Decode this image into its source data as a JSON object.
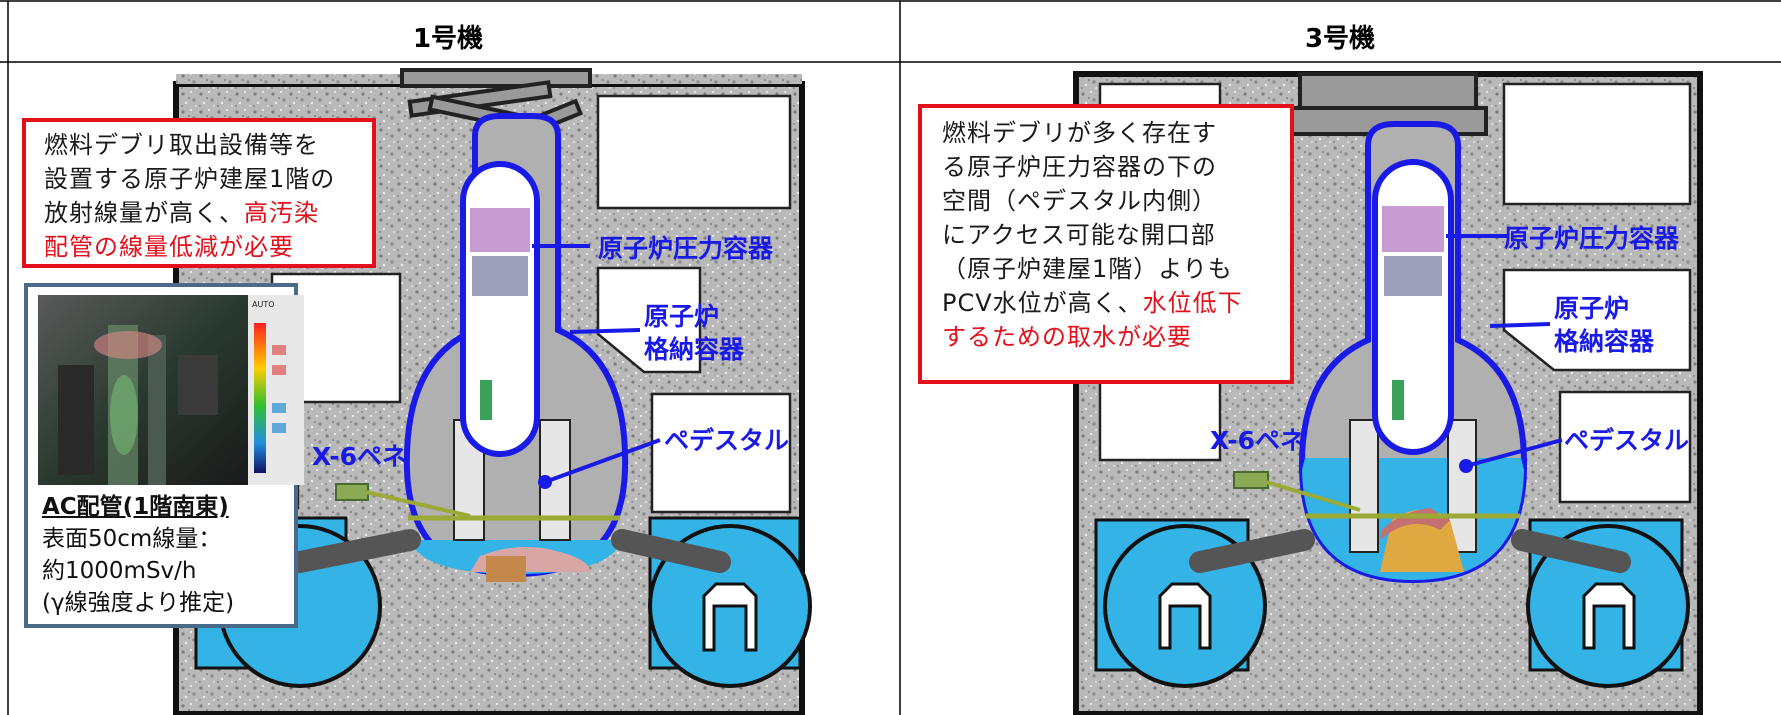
{
  "headers": {
    "unit1": "1号機",
    "unit3": "3号機"
  },
  "unit1": {
    "note_lines": [
      "燃料デブリ取出設備等を",
      "設置する原子炉建屋1階の",
      "放射線量が高く、"
    ],
    "note_red_1": "高汚染",
    "note_red_2": "配管の線量低減が必要",
    "labels": {
      "rpv": "原子炉圧力容器",
      "pcv_1": "原子炉",
      "pcv_2": "格納容器",
      "pedestal": "ペデスタル",
      "x6": "X-6ペネ"
    },
    "ac_photo": {
      "title": "AC配管(1階南東)",
      "line1": "表面50cm線量：",
      "line2": "約1000mSv/h",
      "line3": "(γ線強度より推定)",
      "camera_mode": "AUTO"
    }
  },
  "unit3": {
    "note_lines": [
      "燃料デブリが多く存在す",
      "る原子炉圧力容器の下の",
      "空間（ペデスタル内側）",
      "にアクセス可能な開口部",
      "（原子炉建屋1階）よりも",
      "PCV水位が高く、"
    ],
    "note_red_1": "水位低下",
    "note_red_2": "するための取水が必要",
    "labels": {
      "rpv": "原子炉圧力容器",
      "pcv_1": "原子炉",
      "pcv_2": "格納容器",
      "pedestal": "ペデスタル",
      "x6": "X-6ペネ"
    }
  },
  "colors": {
    "vessel_blue": "#1a1ae6",
    "water": "#33b3e6",
    "concrete": "#b8b8b8",
    "note_border": "#e3101b",
    "debris": "#e0a840"
  }
}
